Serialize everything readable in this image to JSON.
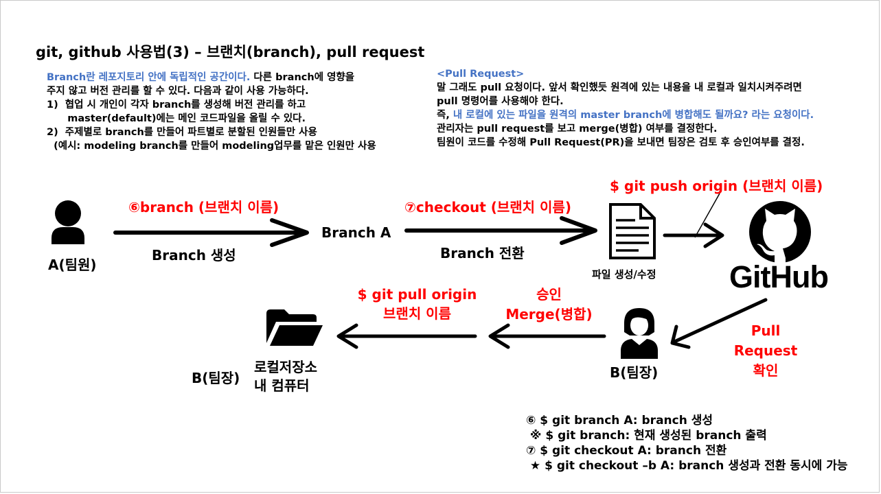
{
  "slide": {
    "title": "git, github 사용법(3) – 브랜치(branch), pull request"
  },
  "left_text": {
    "line1_blue": "Branch란 레포지토리 안에 독립적인 공간이다.",
    "line1_rest": " 다른 branch에 영향을",
    "line2": "주지 않고 버전 관리를 할 수 있다. 다음과 같이 사용 가능하다.",
    "line3": "1)  협업 시 개인이 각자 branch를 생성해 버전 관리를 하고",
    "line4": "      master(default)에는 메인 코드파일을 올릴 수 있다.",
    "line5": "2)  주제별로 branch를 만들어 파트별로 분할된 인원들만 사용",
    "line6": "  (예시: modeling branch를 만들어 modeling업무를 맡은 인원만 사용"
  },
  "right_text": {
    "heading": "<Pull Request>",
    "line1": "말 그래도 pull 요청이다. 앞서 확인했듯 원격에 있는 내용을 내 로컬과 일치시켜주려면",
    "line2": "pull 명령어를 사용해야 한다.",
    "line3_prefix": "즉, ",
    "line3_blue": "내 로컬에 있는 파일을 원격의 master branch에 병합해도 될까요? 라는 요청이다.",
    "line4": "관리자는 pull request를 보고 merge(병합) 여부를 결정한다.",
    "line5": "팀원이 코드를 수정해 Pull Request(PR)을 보내면 팀장은 검토 후 승인여부를 결정."
  },
  "diagram": {
    "user_a_label": "A(팀원)",
    "branch_cmd": "⑥branch (브랜치 이름)",
    "branch_create": "Branch 생성",
    "branch_a": "Branch A",
    "checkout_cmd": "⑦checkout (브랜치 이름)",
    "branch_switch": "Branch 전환",
    "file_label": "파일 생성/수정",
    "push_cmd": "$ git push origin (브랜치 이름)",
    "github_logo": "GitHub",
    "pr_line1": "Pull",
    "pr_line2": "Request",
    "pr_line3": "확인",
    "leader_label": "B(팀장)",
    "approve_line1": "승인",
    "approve_line2": "Merge(병합)",
    "pull_line1": "$ git pull origin",
    "pull_line2": "브랜치 이름",
    "local_leader": "B(팀장)",
    "local_line1": "로컬저장소",
    "local_line2": "내 컴퓨터"
  },
  "commands": {
    "c1": "⑥ $ git branch A: branch 생성",
    "c2": " ※ $ git branch: 현재 생성된 branch 출력",
    "c3": "⑦ $ git checkout A: branch 전환",
    "c4": " ★ $ git checkout –b A: branch 생성과 전환 동시에 가능"
  },
  "colors": {
    "accent_blue": "#4472c4",
    "accent_red": "#ff0000"
  },
  "icons": [
    "person-icon",
    "document-icon",
    "github-octocat-icon",
    "woman-person-icon",
    "folder-icon"
  ]
}
